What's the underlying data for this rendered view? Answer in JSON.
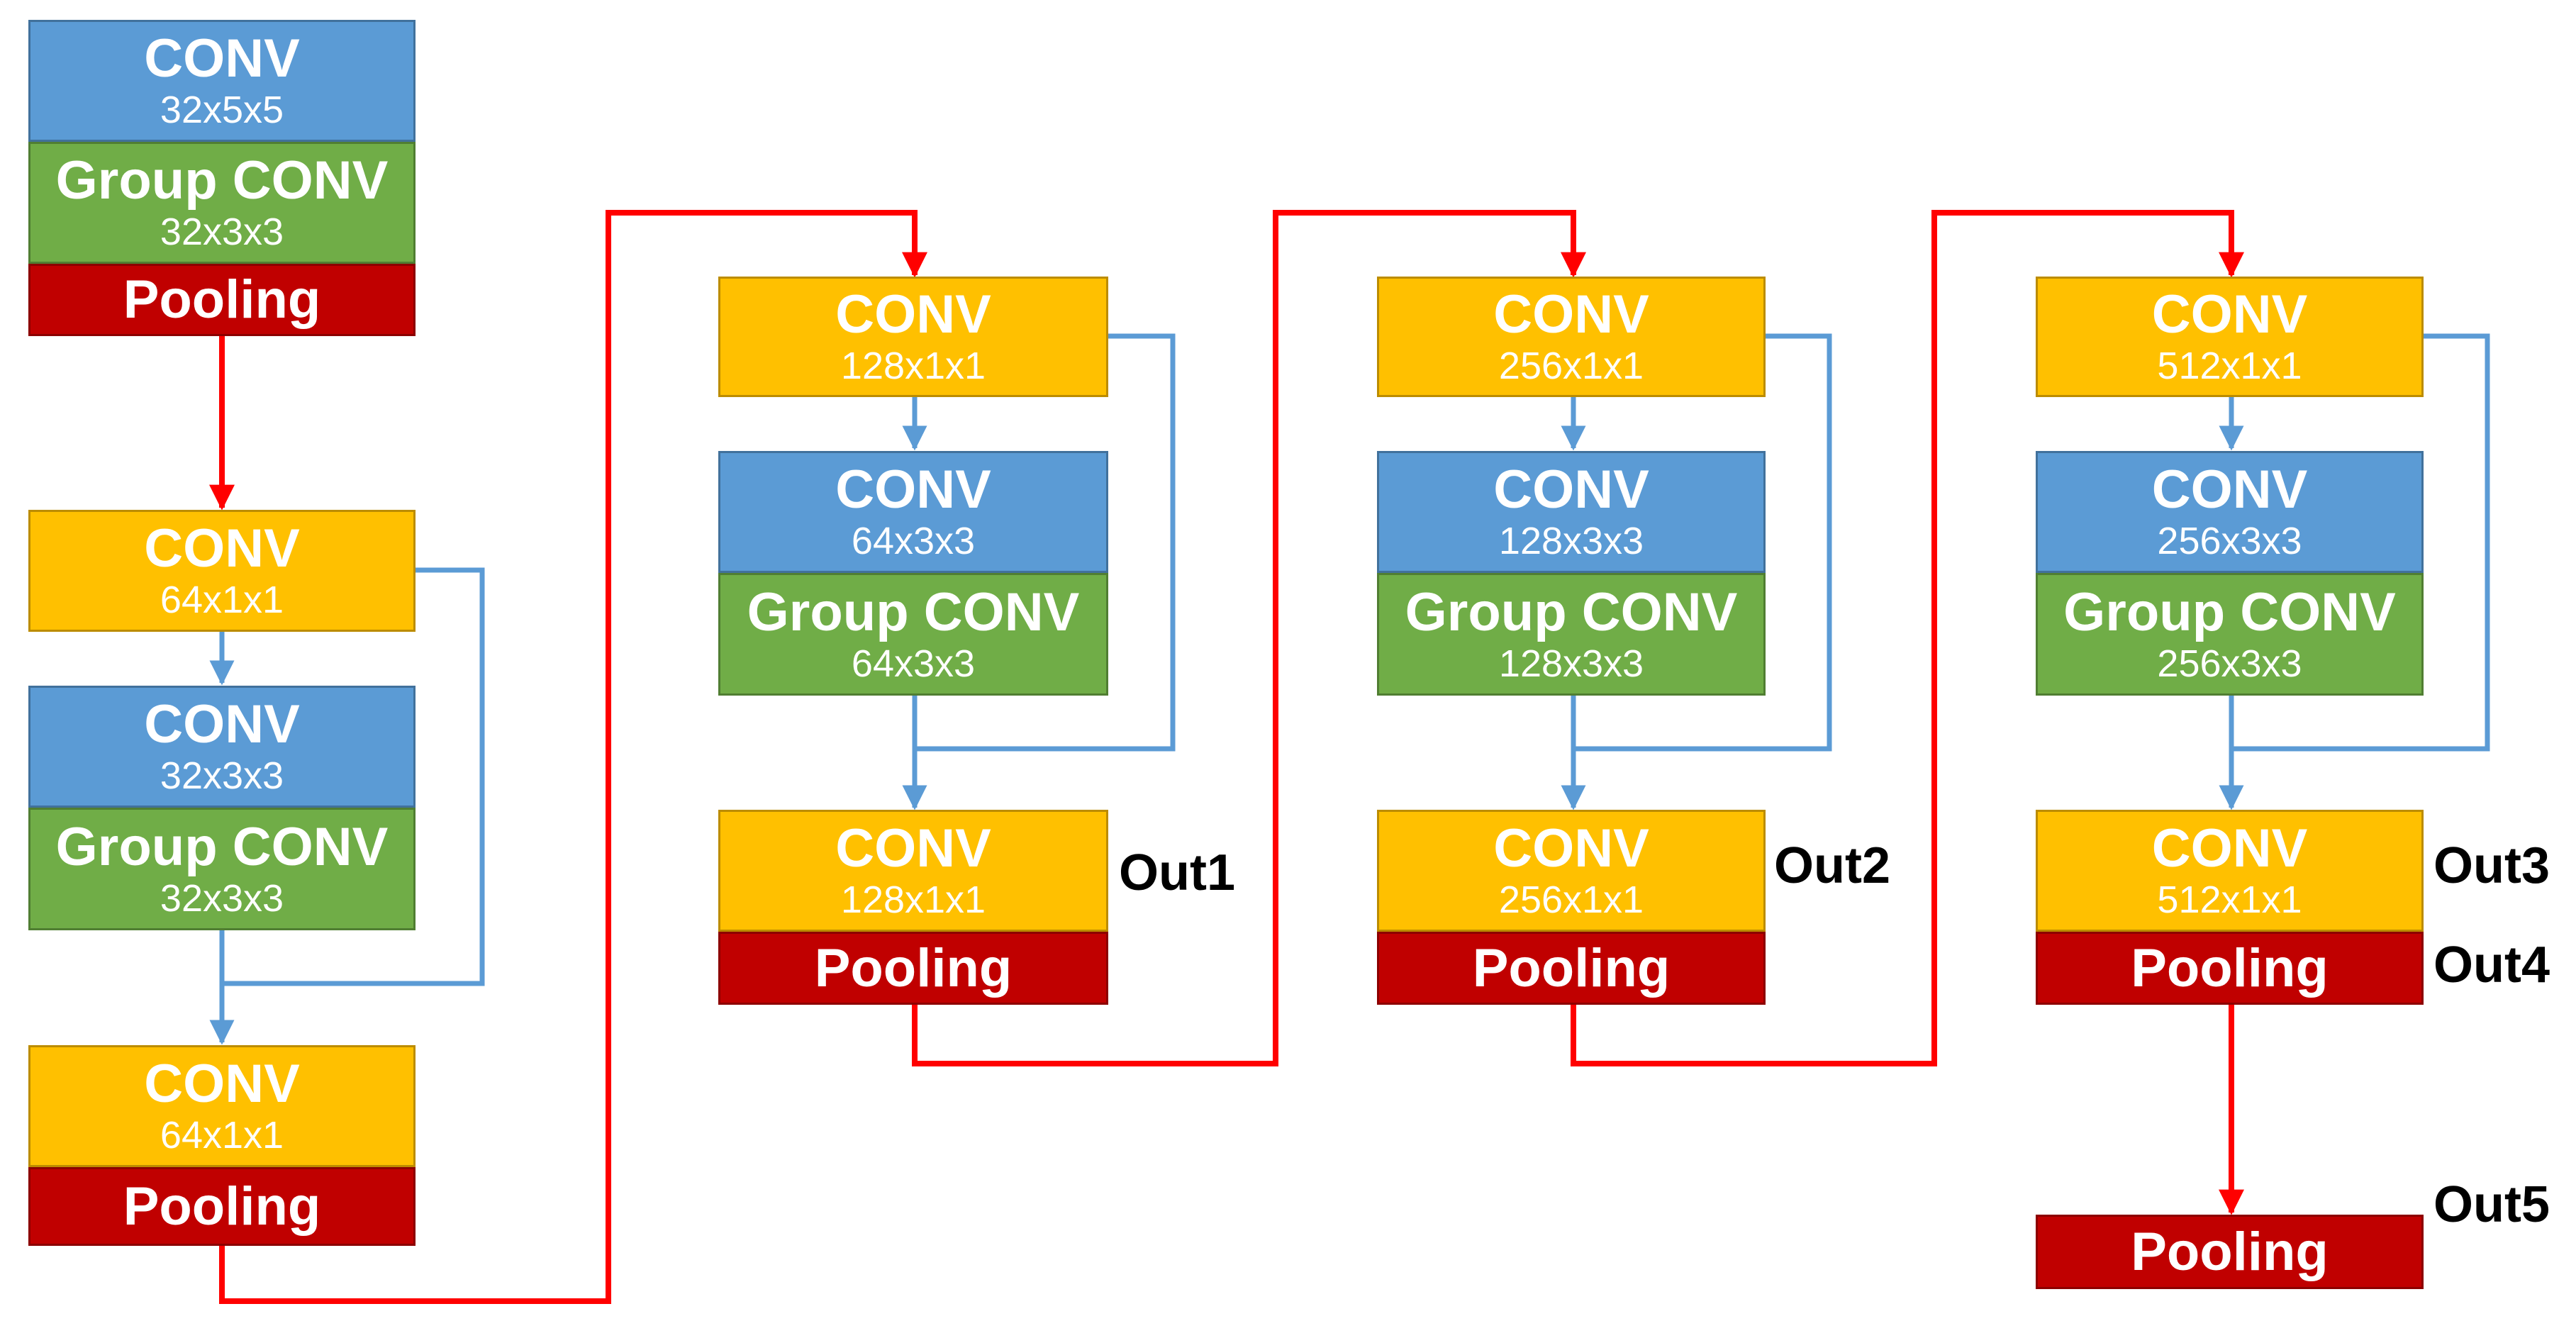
{
  "colors": {
    "conv": "#5B9BD5",
    "conv_1x1": "#FFC000",
    "group_conv": "#70AD47",
    "pooling": "#C00000",
    "main_flow_arrow": "#FF0000",
    "skip_arrow": "#5B9BD5"
  },
  "stem": {
    "conv": {
      "title": "CONV",
      "size": "32x5x5"
    },
    "group_conv": {
      "title": "Group CONV",
      "size": "32x3x3"
    },
    "pool": "Pooling"
  },
  "stage1": {
    "conv_in": {
      "title": "CONV",
      "size": "64x1x1"
    },
    "conv": {
      "title": "CONV",
      "size": "32x3x3"
    },
    "group_conv": {
      "title": "Group CONV",
      "size": "32x3x3"
    },
    "conv_out": {
      "title": "CONV",
      "size": "64x1x1"
    },
    "pool": "Pooling"
  },
  "stage2": {
    "conv_in": {
      "title": "CONV",
      "size": "128x1x1"
    },
    "conv": {
      "title": "CONV",
      "size": "64x3x3"
    },
    "group_conv": {
      "title": "Group CONV",
      "size": "64x3x3"
    },
    "conv_out": {
      "title": "CONV",
      "size": "128x1x1"
    },
    "pool": "Pooling",
    "out_label": "Out1"
  },
  "stage3": {
    "conv_in": {
      "title": "CONV",
      "size": "256x1x1"
    },
    "conv": {
      "title": "CONV",
      "size": "128x3x3"
    },
    "group_conv": {
      "title": "Group CONV",
      "size": "128x3x3"
    },
    "conv_out": {
      "title": "CONV",
      "size": "256x1x1"
    },
    "pool": "Pooling",
    "out_label": "Out2"
  },
  "stage4": {
    "conv_in": {
      "title": "CONV",
      "size": "512x1x1"
    },
    "conv": {
      "title": "CONV",
      "size": "256x3x3"
    },
    "group_conv": {
      "title": "Group CONV",
      "size": "256x3x3"
    },
    "conv_out": {
      "title": "CONV",
      "size": "512x1x1"
    },
    "pool": "Pooling",
    "out_label_conv": "Out3",
    "out_label_pool": "Out4"
  },
  "final": {
    "pool": "Pooling",
    "out_label": "Out5"
  }
}
